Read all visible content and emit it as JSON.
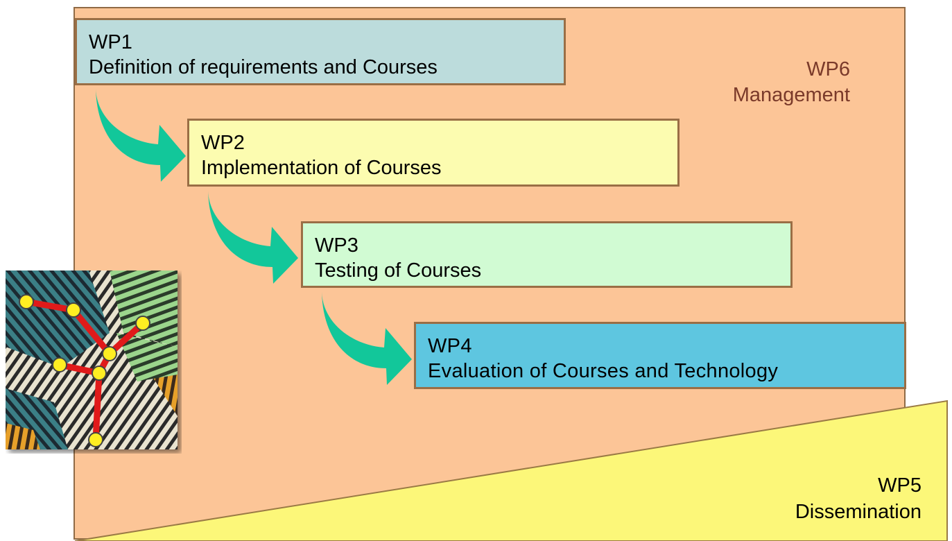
{
  "colors": {
    "management": "#fcc597",
    "wp1": "#bcdcdc",
    "wp2": "#fcfcb0",
    "wp3": "#d1fbd3",
    "wp4": "#5ec6e0",
    "wp5": "#fcf779",
    "arrow": "#12c79a"
  },
  "wp6": {
    "code": "WP6",
    "name": "Management"
  },
  "packages": [
    {
      "code": "WP1",
      "name": "Definition of requirements and Courses"
    },
    {
      "code": "WP2",
      "name": "Implementation of Courses"
    },
    {
      "code": "WP3",
      "name": "Testing of Courses"
    },
    {
      "code": "WP4",
      "name": "Evaluation of Courses and Technology"
    }
  ],
  "wp5": {
    "code": "WP5",
    "name": "Dissemination"
  },
  "logo_icon": "network-pattern-icon"
}
